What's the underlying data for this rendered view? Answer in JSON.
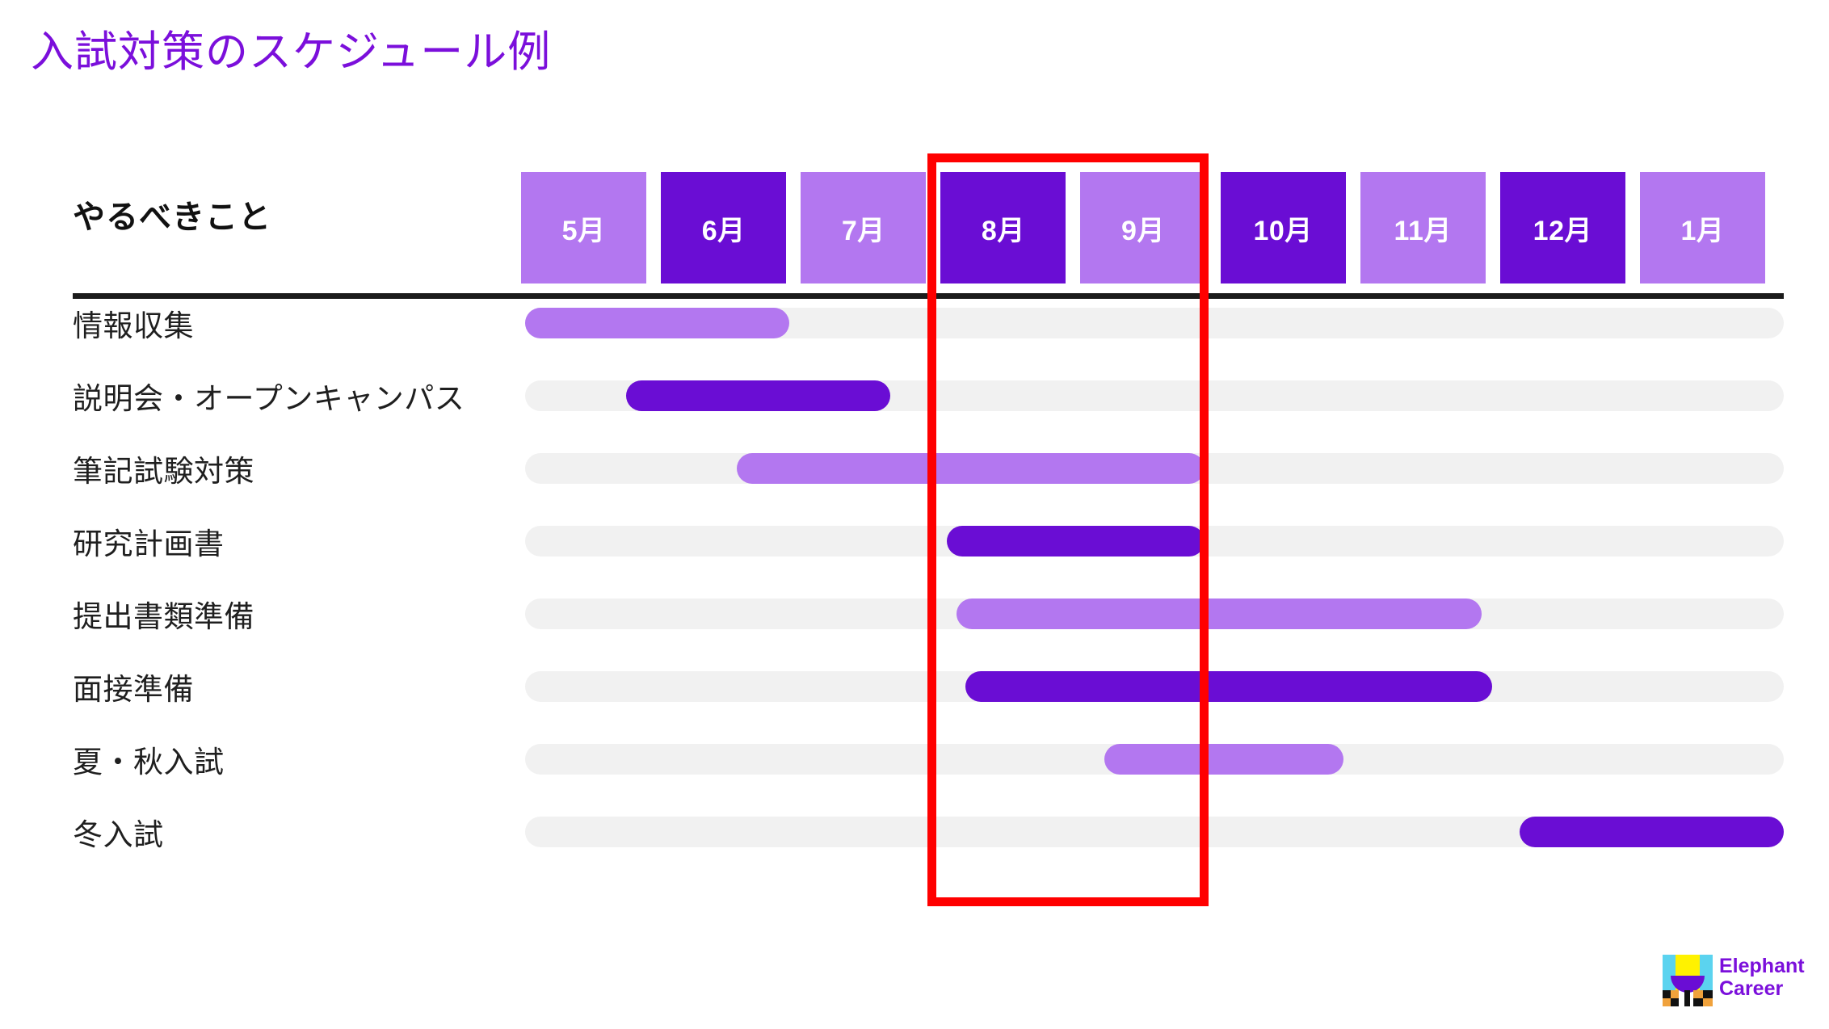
{
  "title": "入試対策のスケジュール例",
  "colors": {
    "title": "#7B0FDB",
    "light_purple": "#B377F0",
    "dark_purple": "#6A0DD4",
    "track": "#f1f1f1",
    "highlight": "#FF0000",
    "divider": "#1b1b1b"
  },
  "table": {
    "row_header_label": "やるべきこと"
  },
  "logo": {
    "line1": "Elephant",
    "line2": "Career"
  },
  "chart_data": {
    "type": "bar",
    "subtype": "gantt",
    "title": "入試対策のスケジュール例",
    "xlabel": "",
    "ylabel": "やるべきこと",
    "categories": [
      "5月",
      "6月",
      "7月",
      "8月",
      "9月",
      "10月",
      "11月",
      "12月",
      "1月"
    ],
    "month_styles": [
      "light",
      "dark",
      "light",
      "dark",
      "light",
      "dark",
      "light",
      "dark",
      "light"
    ],
    "highlight_months": [
      "8月",
      "9月"
    ],
    "highlight_note": "8月・9月 が赤枠で強調",
    "tasks": [
      {
        "label": "情報収集",
        "start_month": "5月",
        "end_month": "6月",
        "start": 0.0,
        "end": 2.1,
        "color": "light"
      },
      {
        "label": "説明会・オープンキャンパス",
        "start_month": "5月",
        "end_month": "7月",
        "start": 0.8,
        "end": 2.9,
        "color": "dark"
      },
      {
        "label": "筆記試験対策",
        "start_month": "6月",
        "end_month": "9月",
        "start": 1.68,
        "end": 5.4,
        "color": "light"
      },
      {
        "label": "研究計画書",
        "start_month": "8月",
        "end_month": "9月",
        "start": 3.35,
        "end": 5.4,
        "color": "dark"
      },
      {
        "label": "提出書類準備",
        "start_month": "8月",
        "end_month": "11月",
        "start": 3.43,
        "end": 7.6,
        "color": "light"
      },
      {
        "label": "面接準備",
        "start_month": "8月",
        "end_month": "11月",
        "start": 3.5,
        "end": 7.68,
        "color": "dark"
      },
      {
        "label": "夏・秋入試",
        "start_month": "9月",
        "end_month": "10月",
        "start": 4.6,
        "end": 6.5,
        "color": "light"
      },
      {
        "label": "冬入試",
        "start_month": "12月",
        "end_month": "1月",
        "start": 7.9,
        "end": 10.0,
        "color": "dark"
      }
    ],
    "axis_range": [
      0,
      10
    ],
    "grid": false,
    "legend": "none"
  }
}
